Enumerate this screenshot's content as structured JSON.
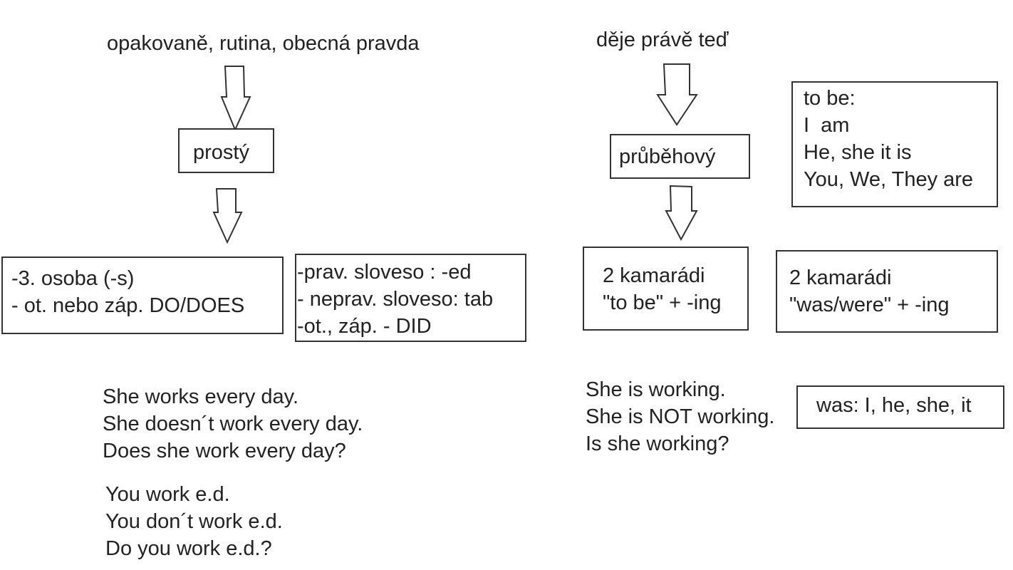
{
  "left": {
    "heading": "opakovaně, rutina, obecná pravda",
    "simple_label": "prostý",
    "present_box": [
      "-3. osoba (-s)",
      "- ot. nebo záp. DO/DOES"
    ],
    "past_box": [
      "-prav. sloveso : -ed",
      "- neprav. sloveso: tab",
      "-ot., záp. - DID"
    ],
    "examples_she": [
      "She works every day.",
      "She doesn´t work every day.",
      "Does she work every day?"
    ],
    "examples_you": [
      "You work e.d.",
      "You don´t work e.d.",
      "Do you work e.d.?"
    ]
  },
  "right": {
    "heading": "děje právě teď",
    "continuous_label": "průběhový",
    "to_be_box": [
      "to be:",
      "I  am",
      "He, she it is",
      "You, We, They are"
    ],
    "present_box": [
      "2 kamarádi",
      "\"to be\" + -ing"
    ],
    "past_box": [
      "2 kamarádi",
      "\"was/were\" + -ing"
    ],
    "examples": [
      "She is working.",
      "She is NOT working.",
      "Is she working?"
    ],
    "was_box": "was: I, he, she, it"
  }
}
